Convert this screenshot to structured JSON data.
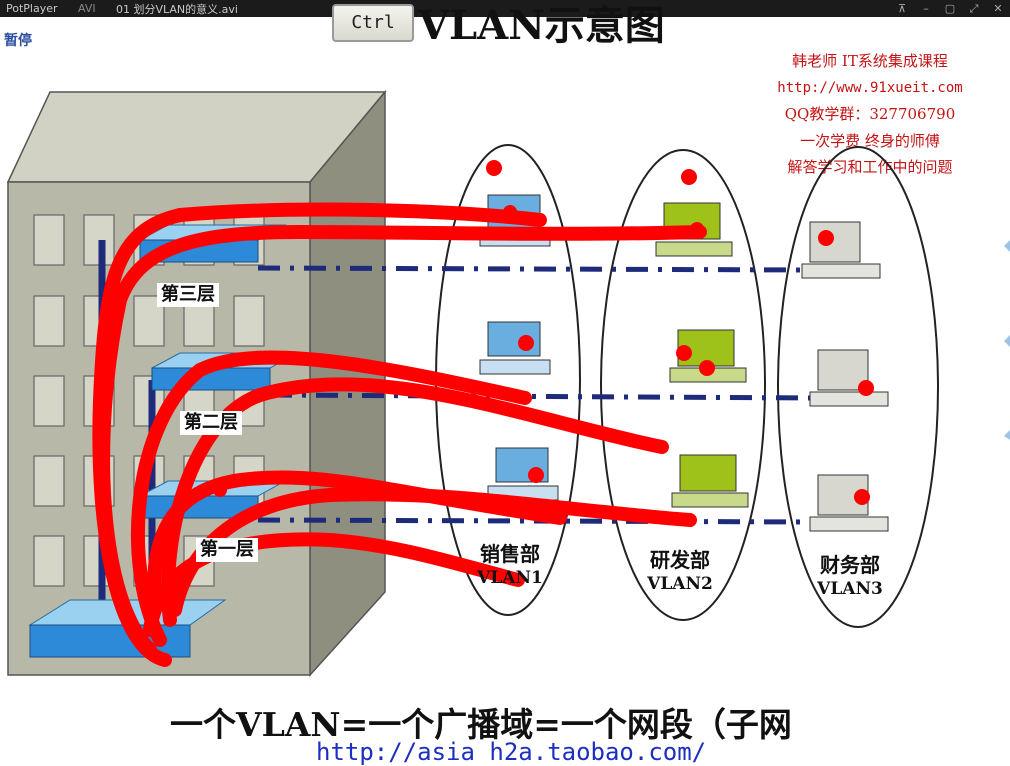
{
  "titlebar": {
    "app": "PotPlayer",
    "format": "AVI",
    "file": "01 划分VLAN的意义.avi",
    "buttons": [
      "pin",
      "minimize",
      "maximize",
      "fullscreen",
      "close"
    ]
  },
  "player_status": "暂停",
  "slide": {
    "ctrl_badge": "Ctrl",
    "title": "VLAN示意图",
    "promo": [
      "韩老师 IT系统集成课程",
      "http://www.91xueit.com",
      "QQ教学群：327706790",
      "一次学费  终身的师傅",
      "解答学习和工作中的问题"
    ],
    "floors": [
      "第三层",
      "第二层",
      "第一层"
    ],
    "departments": [
      {
        "name": "销售部",
        "vlan": "VLAN1"
      },
      {
        "name": "研发部",
        "vlan": "VLAN2"
      },
      {
        "name": "财务部",
        "vlan": "VLAN3"
      }
    ],
    "bottom_text": "一个VLAN=一个广播域=一个网段（子网",
    "bottom_url": "http://asia h2a.taobao.com/"
  },
  "colors": {
    "annotation": "#ff0000",
    "building": "#b8b8a8",
    "link": "#1e2a7a",
    "computer_blue": "#6aaee0",
    "computer_green": "#9fc21a",
    "computer_gray": "#d7d7cf"
  }
}
